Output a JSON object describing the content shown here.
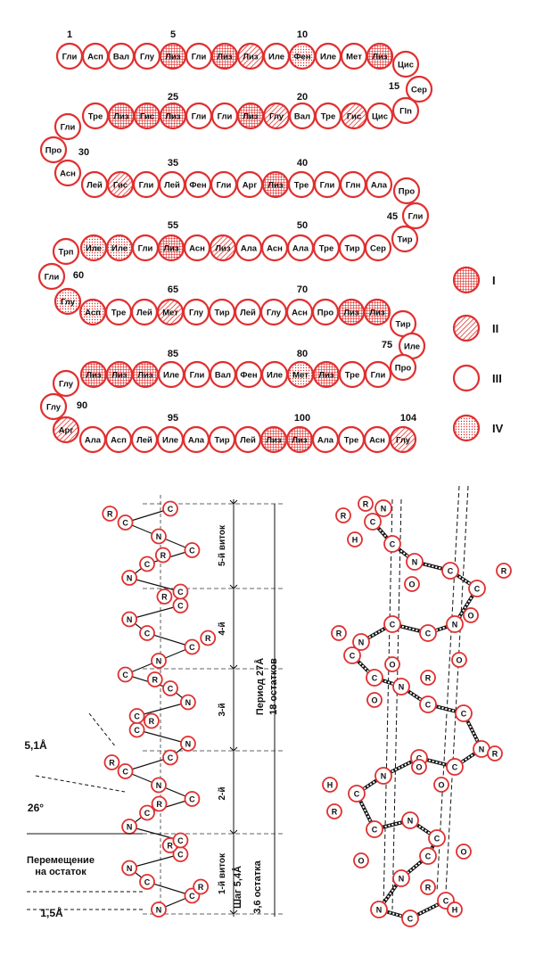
{
  "sequence": {
    "residues": [
      "Гли",
      "Асп",
      "Вал",
      "Глу",
      "Лиз",
      "Гли",
      "Лиз",
      "Лиз",
      "Иле",
      "Фен",
      "Иле",
      "Мет",
      "Лиз",
      "Цис",
      "Сер",
      "Гln",
      "Цис",
      "Гис",
      "Тре",
      "Вал",
      "Глу",
      "Лиз",
      "Гли",
      "Гли",
      "Лиз",
      "Гис",
      "Лиз",
      "Тре",
      "Гли",
      "Про",
      "Асн",
      "Лей",
      "Гис",
      "Гли",
      "Лей",
      "Фен",
      "Гли",
      "Арг",
      "Лиз",
      "Тре",
      "Гли",
      "Глн",
      "Ала",
      "Про",
      "Гли",
      "Тир",
      "Сер",
      "Тир",
      "Тре",
      "Ала",
      "Асн",
      "Ала",
      "Лиз",
      "Асн",
      "Лиз",
      "Гли",
      "Иле",
      "Иле",
      "Трп",
      "Гли",
      "Глу",
      "Асп",
      "Тре",
      "Лей",
      "Мет",
      "Глу",
      "Тир",
      "Лей",
      "Глу",
      "Асн",
      "Про",
      "Лиз",
      "Лиз",
      "Тир",
      "Иле",
      "Про",
      "Гли",
      "Тре",
      "Лиз",
      "Мет",
      "Иле",
      "Фен",
      "Вал",
      "Гли",
      "Иле",
      "Лиз",
      "Лиз",
      "Лиз",
      "Глу",
      "Глу",
      "Арг",
      "Ала",
      "Асп",
      "Лей",
      "Иле",
      "Ала",
      "Тир",
      "Лей",
      "Лиз",
      "Лиз",
      "Ала",
      "Тре",
      "Асн",
      "Глу"
    ],
    "types": [
      "III",
      "III",
      "III",
      "III",
      "I",
      "III",
      "I",
      "II",
      "III",
      "IV",
      "III",
      "III",
      "I",
      "III",
      "III",
      "III",
      "III",
      "II",
      "III",
      "III",
      "II",
      "I",
      "III",
      "III",
      "I",
      "I",
      "I",
      "III",
      "III",
      "III",
      "III",
      "III",
      "II",
      "III",
      "III",
      "III",
      "III",
      "III",
      "I",
      "III",
      "III",
      "III",
      "III",
      "III",
      "III",
      "III",
      "III",
      "III",
      "III",
      "III",
      "III",
      "III",
      "II",
      "III",
      "I",
      "III",
      "IV",
      "IV",
      "III",
      "III",
      "IV",
      "IV",
      "III",
      "III",
      "II",
      "III",
      "III",
      "III",
      "III",
      "III",
      "III",
      "I",
      "I",
      "III",
      "III",
      "III",
      "III",
      "III",
      "I",
      "IV",
      "III",
      "III",
      "III",
      "III",
      "III",
      "I",
      "I",
      "I",
      "III",
      "III",
      "II",
      "III",
      "III",
      "III",
      "III",
      "III",
      "III",
      "III",
      "I",
      "I",
      "III",
      "III",
      "III",
      "II"
    ],
    "numbers": [
      "1",
      "5",
      "10",
      "15",
      "20",
      "25",
      "30",
      "35",
      "40",
      "45",
      "50",
      "55",
      "60",
      "65",
      "70",
      "75",
      "80",
      "85",
      "90",
      "95",
      "100",
      "104"
    ]
  },
  "legend": [
    "I",
    "II",
    "III",
    "IV"
  ],
  "helix": {
    "turns": [
      "1-й виток",
      "2-й",
      "3-й",
      "4-й",
      "5-й виток"
    ],
    "period": "Период 27Å",
    "period_sub": "18 остатков",
    "pitch": "Шаг 5,4Å",
    "pitch_sub": "3,6 остатка",
    "rise_label1": "Перемещение",
    "rise_label2": "на остаток",
    "rise_value": "1,5Å",
    "d1": "5,1Å",
    "angle": "26°",
    "atoms": {
      "N": "N",
      "C": "C",
      "R": "R",
      "O": "O",
      "H": "H"
    }
  },
  "colors": {
    "ring": "#e03030",
    "hatch": "#e85a5a",
    "text": "#111111"
  }
}
